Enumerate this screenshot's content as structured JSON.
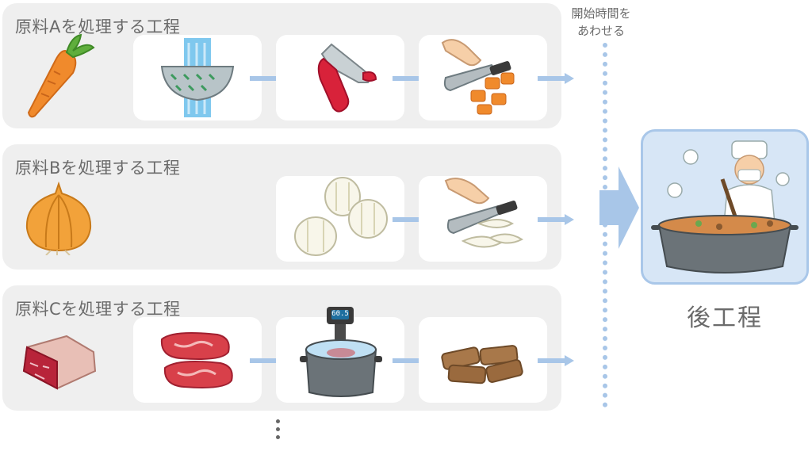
{
  "processes": [
    {
      "title": "原料Aを処理する工程"
    },
    {
      "title": "原料Bを処理する工程"
    },
    {
      "title": "原料Cを処理する工程"
    }
  ],
  "sync_label": {
    "line1": "開始時間を",
    "line2": "あわせる"
  },
  "post_process": {
    "label": "後工程"
  },
  "thermometer_reading": "60.5",
  "colors": {
    "panel": "#efefef",
    "arrow": "#a8c6e8",
    "post_box_bg": "#d7e6f6",
    "post_box_border": "#a9c7e9"
  }
}
